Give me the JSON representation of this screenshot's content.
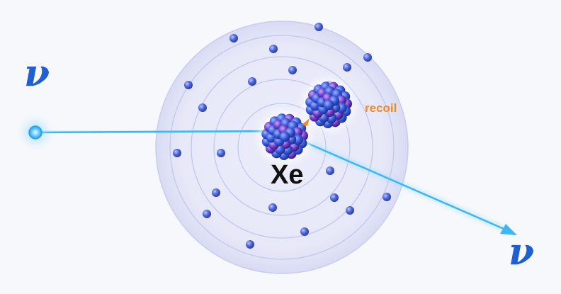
{
  "labels": {
    "incoming_particle": "ν",
    "outgoing_particle": "ν",
    "nucleus": "Xe",
    "recoil": "recoil"
  },
  "colors": {
    "neutrino_text": "#1f5fd1",
    "beam": "#3fb6f0",
    "recoil_text": "#f08a24",
    "electron": "#4a63d8",
    "nucleon_blue": "#3a5fe0",
    "nucleon_purple": "#6a3cc8"
  },
  "icons": {
    "source": "glowing-sphere-icon",
    "nucleus": "nucleus-cluster-icon",
    "arrowhead": "arrowhead-icon"
  }
}
